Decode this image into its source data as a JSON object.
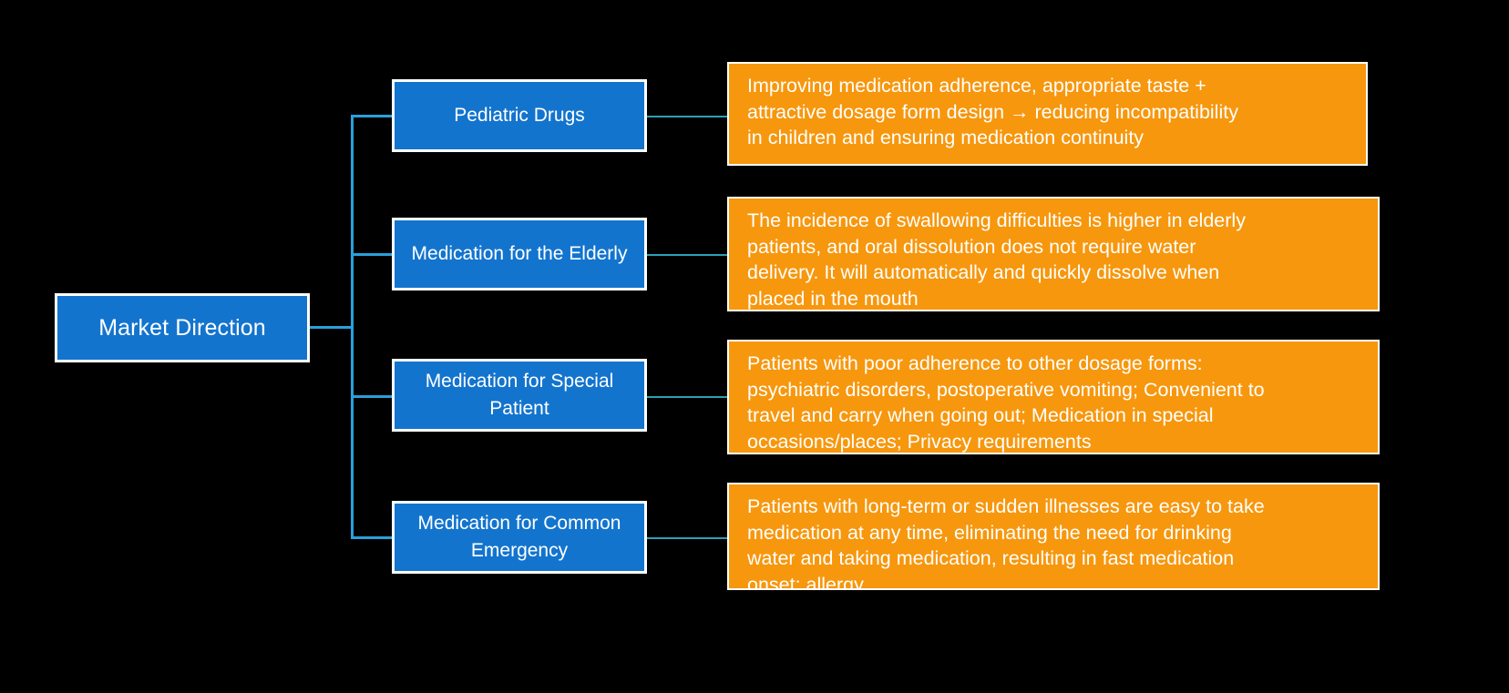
{
  "diagram": {
    "type": "tree",
    "background_color": "#000000",
    "root": {
      "label": "Market Direction",
      "fill": "#1374CE",
      "border": "#FFFFFF",
      "text_color": "#FFFFFF"
    },
    "connector_color": "#29A0DB",
    "link_color": "#2E9FB5",
    "branch_fill": "#1374CE",
    "detail_fill": "#F7970D",
    "branches": [
      {
        "label": "Pediatric Drugs",
        "detail": "Improving medication adherence, appropriate taste +\nattractive dosage form design → reducing incompatibility\nin children and ensuring medication continuity"
      },
      {
        "label": "Medication for the Elderly",
        "detail": "The incidence of swallowing difficulties is higher in elderly\npatients, and oral dissolution does not require water\ndelivery. It will automatically and quickly dissolve when\nplaced in the mouth"
      },
      {
        "label": "Medication for Special Patient",
        "detail": "Patients with poor adherence to other dosage forms:\npsychiatric disorders, postoperative vomiting; Convenient to\ntravel and carry when going out; Medication in special\noccasions/places; Privacy requirements"
      },
      {
        "label": "Medication for Common Emergency",
        "detail": "Patients with long-term or sudden illnesses are easy to take\nmedication at any time, eliminating the need for drinking\nwater and taking medication, resulting in fast medication\nonset; allergy"
      }
    ]
  }
}
